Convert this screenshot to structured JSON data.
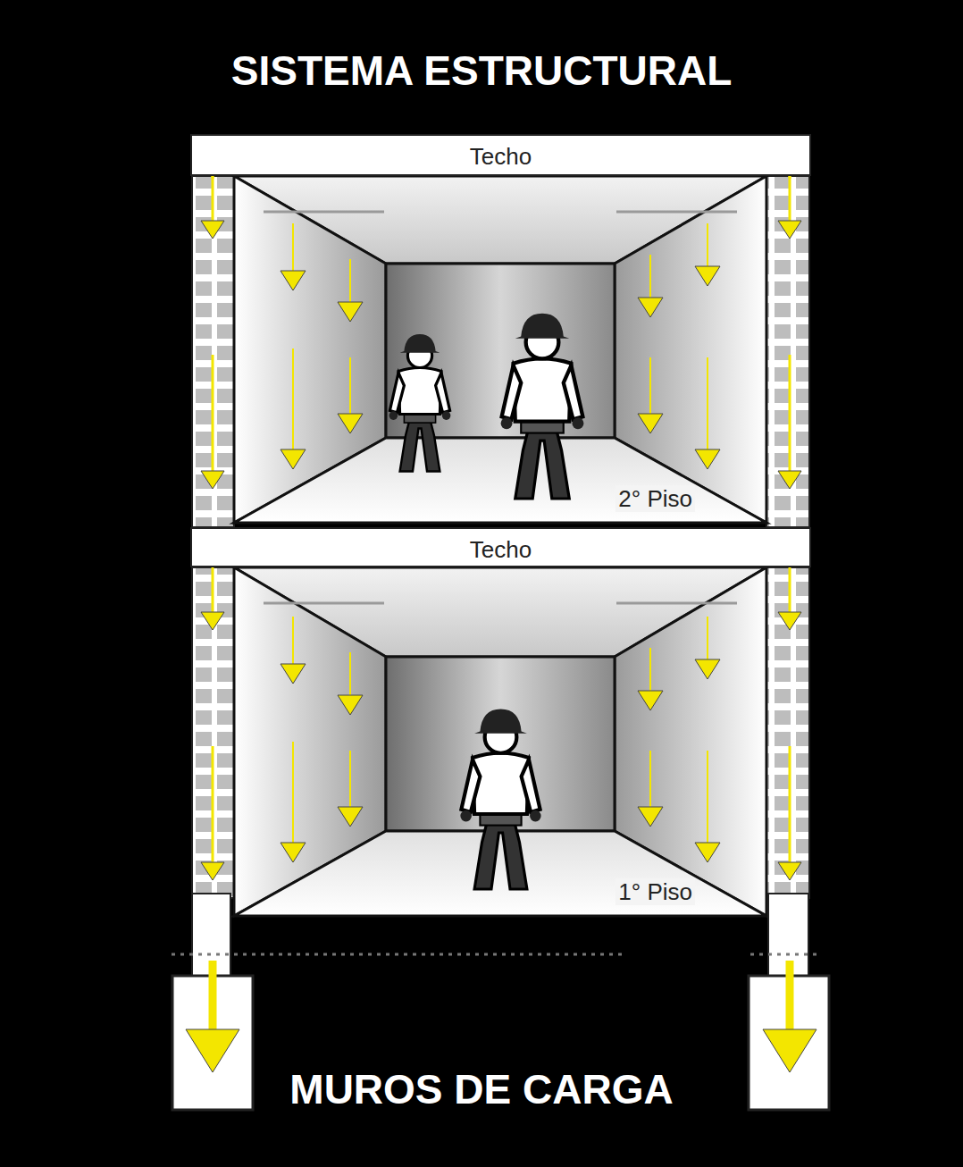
{
  "diagram": {
    "title": "SISTEMA ESTRUCTURAL",
    "caption": "MUROS DE CARGA",
    "nodes": [
      {
        "text": [
          "Techo"
        ]
      },
      {
        "text": [
          "2° Piso"
        ]
      },
      {
        "text": [
          "Techo"
        ]
      },
      {
        "text": [
          "1° Piso"
        ]
      }
    ]
  }
}
